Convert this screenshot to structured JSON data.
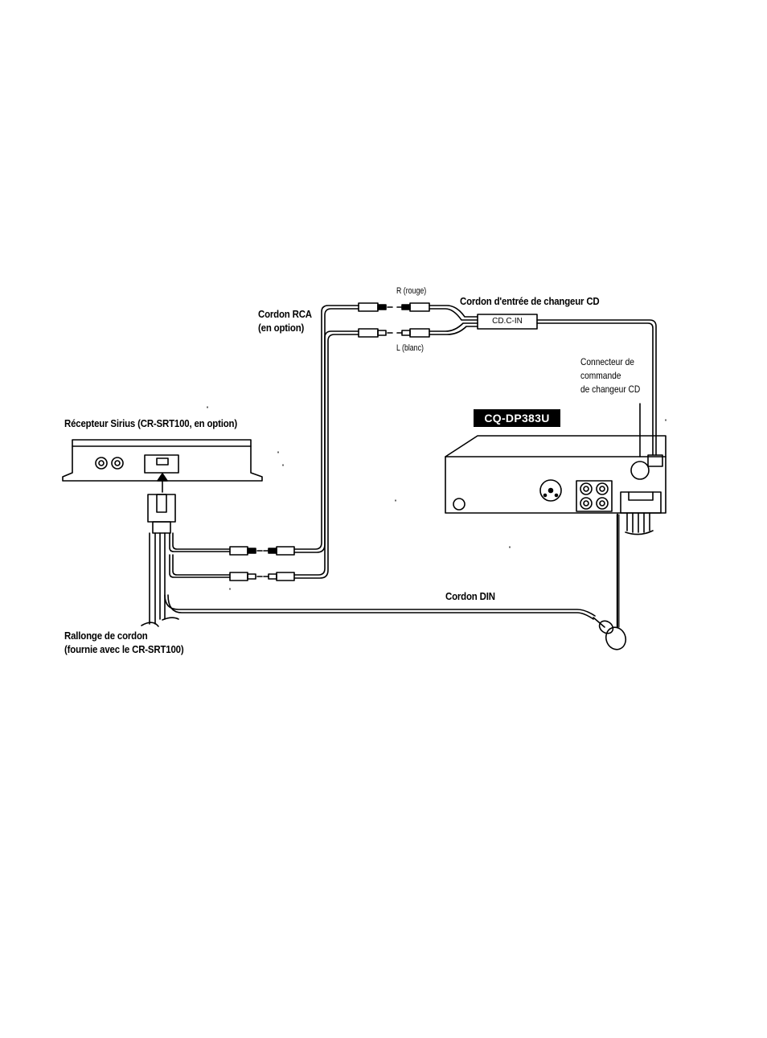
{
  "labels": {
    "rca_cord": [
      "Cordon RCA",
      "(en option)"
    ],
    "r_channel": "R (rouge)",
    "l_channel": "L (blanc)",
    "cd_changer_input_cord": "Cordon d'entrée de changeur CD",
    "cd_changer_box": "CD.C-IN",
    "control_connector": [
      "Connecteur de",
      "commande",
      "de changeur CD"
    ],
    "model": "CQ-DP383U",
    "sirius_receiver": "Récepteur Sirius (CR-SRT100, en option)",
    "din_cord": "Cordon DIN",
    "extension_cord": [
      "Rallonge de cordon",
      "(fournie avec le CR-SRT100)"
    ]
  }
}
